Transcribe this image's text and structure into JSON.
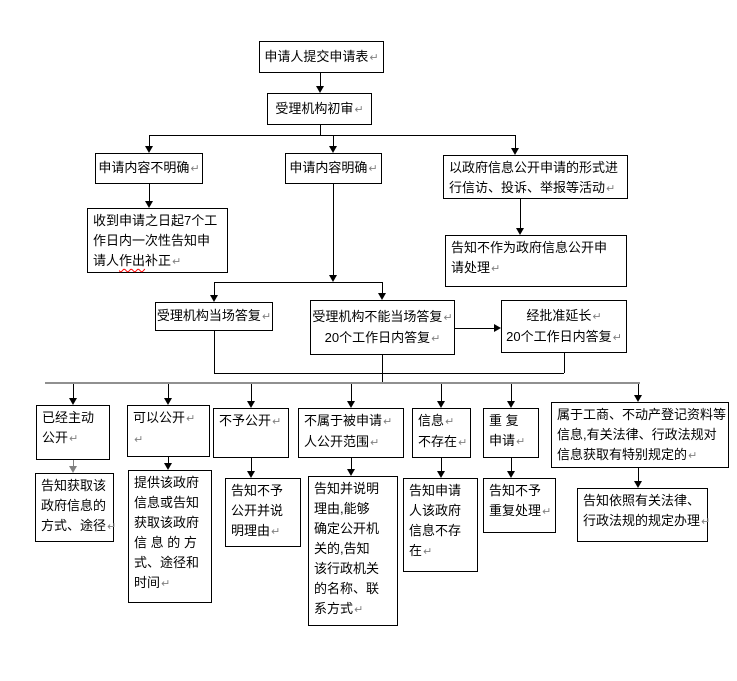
{
  "marks": {
    "return": "↵"
  },
  "colors": {
    "background": "#ffffff",
    "box_border": "#000000",
    "text": "#000000",
    "connector": "#000000",
    "distribution_line": "#909090",
    "paragraph_mark": "#808080",
    "spellcheck_underline": "#ff0000"
  },
  "flowchart": {
    "nodes": {
      "submit": {
        "lines": [
          {
            "text": "申请人提交申请表"
          }
        ]
      },
      "initial_review": {
        "lines": [
          {
            "text": "受理机构初审"
          }
        ]
      },
      "unclear": {
        "lines": [
          {
            "text": "申请内容不明确"
          }
        ]
      },
      "clear": {
        "lines": [
          {
            "text": "申请内容明确"
          }
        ]
      },
      "petition": {
        "lines": [
          {
            "text": "以政府信息公开申请的形式进"
          },
          {
            "text": "行信访、投诉、举报等活动"
          }
        ]
      },
      "supplement": {
        "lines": [
          {
            "text": "收到申请之日起7个工"
          },
          {
            "text": "作日内一次性告知申"
          }
        ],
        "last_line": {
          "pre": "请人",
          "misspelled": "作出",
          "post": "补正"
        }
      },
      "not_processed": {
        "lines": [
          {
            "text": "告知不作为政府信息公开申"
          },
          {
            "text": "请处理"
          }
        ]
      },
      "onspot": {
        "lines": [
          {
            "text": "受理机构当场答复"
          }
        ]
      },
      "within20": {
        "lines": [
          {
            "text": "受理机构不能当场答复"
          },
          {
            "text": "20个工作日内答复"
          }
        ]
      },
      "extend20": {
        "lines": [
          {
            "text": "经批准延长"
          },
          {
            "text": "20个工作日内答复"
          }
        ]
      },
      "already_public": {
        "lines": [
          {
            "text": "已经主动"
          },
          {
            "text": "公开"
          }
        ]
      },
      "can_public": {
        "lines": [
          {
            "text": "可以公开"
          },
          {
            "text": ""
          }
        ]
      },
      "no_public": {
        "lines": [
          {
            "text": "不予公开"
          }
        ]
      },
      "not_scope": {
        "lines": [
          {
            "text": "不属于被申请"
          },
          {
            "text": "人公开范围"
          }
        ]
      },
      "not_exist": {
        "lines": [
          {
            "text": "信息"
          },
          {
            "text": "不存在"
          }
        ]
      },
      "repeat": {
        "lines": [
          {
            "text": "重 复"
          },
          {
            "text": "申请"
          }
        ]
      },
      "special": {
        "lines": [
          {
            "text": "属于工商、不动产登记资料等"
          },
          {
            "text": "信息,有关法律、行政法规对"
          },
          {
            "text": "信息获取有特别规定的"
          }
        ]
      },
      "outcome_way": {
        "lines": [
          {
            "text": "告知获取该"
          },
          {
            "text": "政府信息的"
          },
          {
            "text": "方式、途径"
          }
        ]
      },
      "outcome_provide": {
        "lines": [
          {
            "text": "提供该政府"
          },
          {
            "text": "信息或告知"
          },
          {
            "text": "获取该政府"
          },
          {
            "text": "信 息 的 方"
          },
          {
            "text": "式、途径和"
          },
          {
            "text": "时间"
          }
        ]
      },
      "outcome_reason": {
        "lines": [
          {
            "text": "告知不予"
          },
          {
            "text": "公开并说"
          },
          {
            "text": "明理由"
          }
        ]
      },
      "outcome_explain": {
        "lines": [
          {
            "text": "告知并说明"
          },
          {
            "text": "理由,能够"
          },
          {
            "text": "确定公开机"
          },
          {
            "text": "关的,告知"
          },
          {
            "text": "该行政机关"
          },
          {
            "text": "的名称、联"
          },
          {
            "text": "系方式"
          }
        ]
      },
      "outcome_not_exist": {
        "lines": [
          {
            "text": "告知申请"
          },
          {
            "text": "人该政府"
          },
          {
            "text": "信息不存"
          },
          {
            "text": "在"
          }
        ]
      },
      "outcome_no_repeat": {
        "lines": [
          {
            "text": "告知不予"
          },
          {
            "text": "重复处理"
          }
        ]
      },
      "outcome_by_law": {
        "lines": [
          {
            "text": "告知依照有关法律、"
          },
          {
            "text": "行政法规的规定办理"
          }
        ]
      }
    }
  }
}
